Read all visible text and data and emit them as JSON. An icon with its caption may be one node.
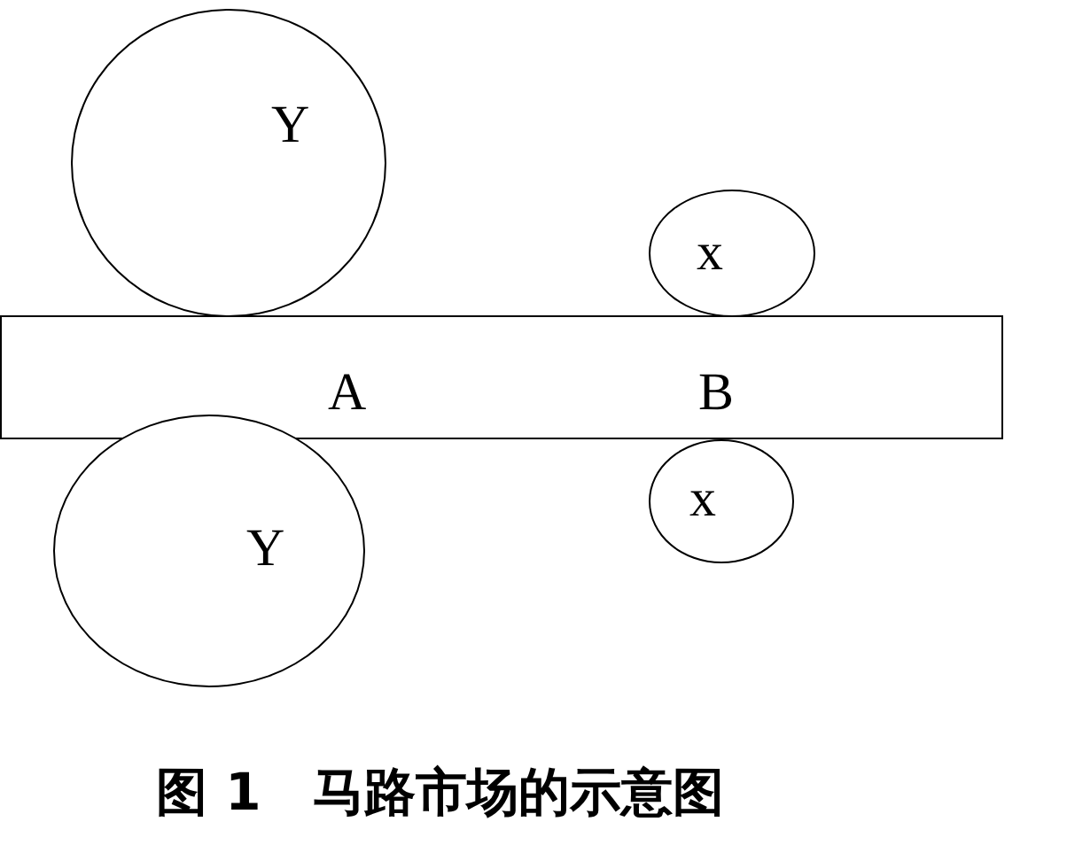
{
  "diagram": {
    "caption": "图 1　马路市场的示意图",
    "nodes": [
      {
        "text": [
          "Y"
        ]
      },
      {
        "text": [
          "x"
        ]
      },
      {
        "text": [
          "A",
          "B"
        ]
      },
      {
        "text": [
          "Y"
        ]
      },
      {
        "text": [
          "x"
        ]
      }
    ]
  }
}
